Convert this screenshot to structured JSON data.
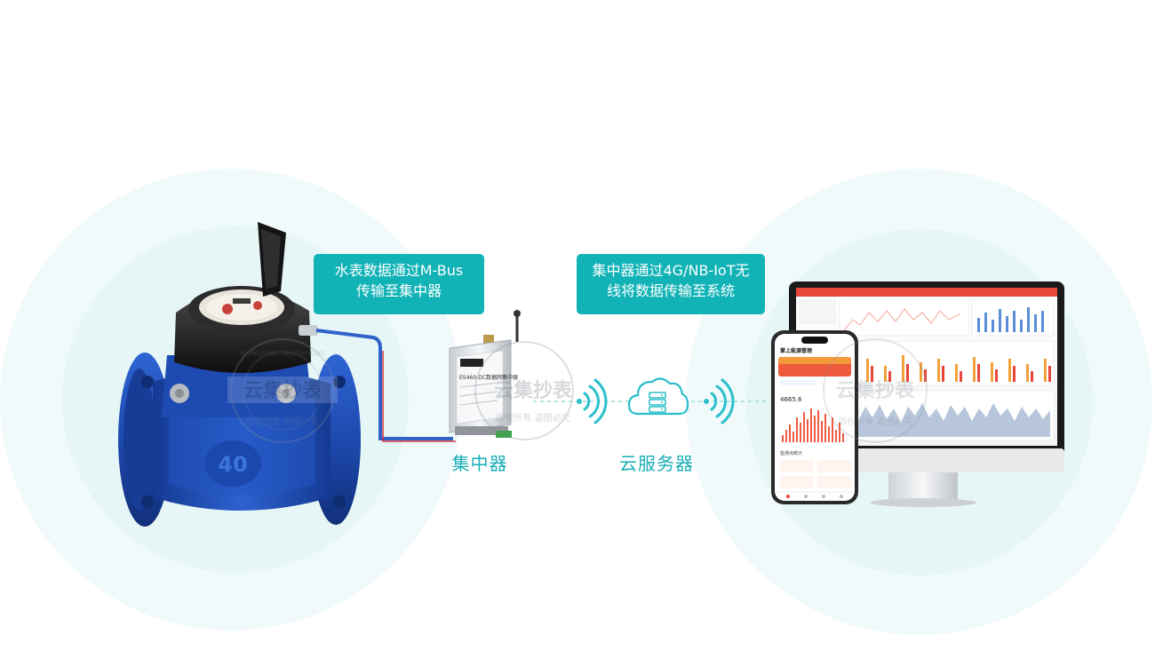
{
  "colors": {
    "accent": "#12b3b6",
    "caption": "#18aeb6",
    "meter_body": "#1f4fb8",
    "halo": "#e9f7f7"
  },
  "callouts": {
    "mbus": {
      "line1": "水表数据通过M-Bus",
      "line2": "传输至集中器"
    },
    "wireless": {
      "line1": "集中器通过4G/NB-IoT无",
      "line2": "线将数据传输至系统"
    }
  },
  "captions": {
    "concentrator": "集中器",
    "cloud": "云服务器"
  },
  "meter": {
    "size_mark": "40"
  },
  "concentrator_device": {
    "model_label": "ES460-DC数据网集中器"
  },
  "phone": {
    "app_title": "掌上能源管理",
    "big_value": "4665.6",
    "section_label": "监测点统计"
  },
  "watermark": {
    "brand": "云集抄表",
    "domain": "www.yunjichaobiao.com",
    "slogan": "版权所有 盗图必究"
  },
  "icons": {
    "wifi_left": "wireless-signal-icon",
    "cloud": "cloud-server-icon",
    "wifi_right": "wireless-signal-icon"
  }
}
